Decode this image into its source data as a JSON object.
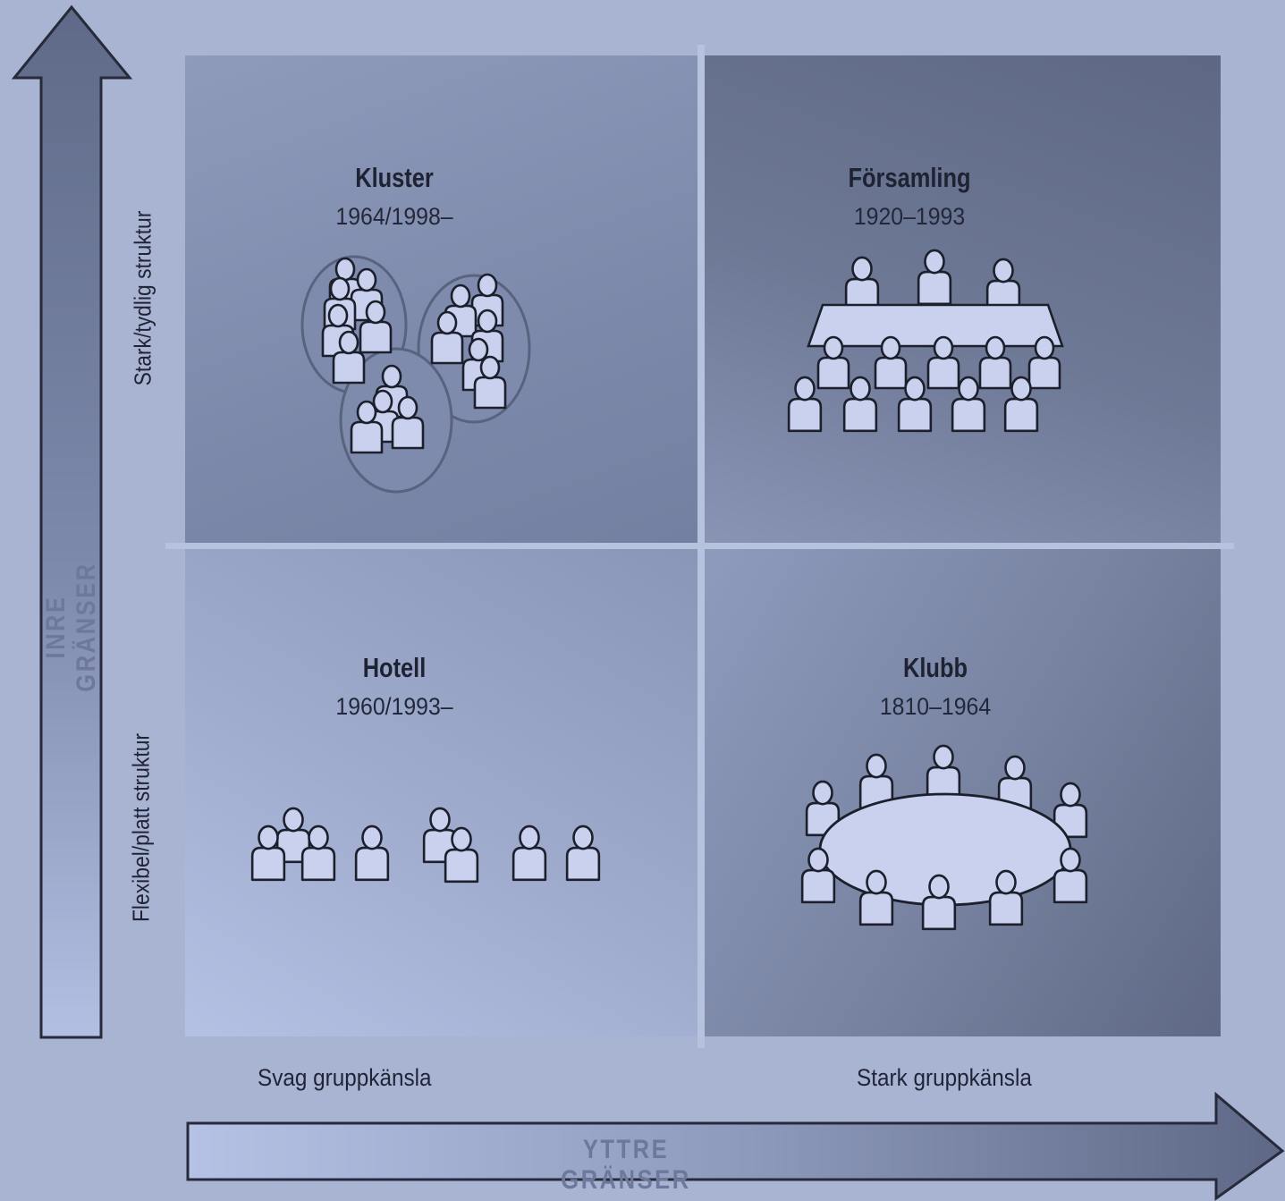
{
  "axes": {
    "vertical": {
      "title": "INRE GRÄNSER",
      "top_label": "Stark/tydlig struktur",
      "bottom_label": "Flexibel/platt struktur"
    },
    "horizontal": {
      "title": "YTTRE GRÄNSER",
      "left_label": "Svag gruppkänsla",
      "right_label": "Stark gruppkänsla"
    }
  },
  "quadrants": {
    "top_left": {
      "title": "Kluster",
      "years": "1964/1998–",
      "icon": "clustered-groups-icon"
    },
    "top_right": {
      "title": "Församling",
      "years": "1920–1993",
      "icon": "congregation-assembly-icon"
    },
    "bottom_left": {
      "title": "Hotell",
      "years": "1960/1993–",
      "icon": "scattered-individuals-icon"
    },
    "bottom_right": {
      "title": "Klubb",
      "years": "1810–1964",
      "icon": "round-table-club-icon"
    }
  },
  "colors": {
    "background": "#a9b4d3",
    "person_fill": "#c9d1ee",
    "outline": "#1c1f2c",
    "axis_text": "#6d789a"
  }
}
